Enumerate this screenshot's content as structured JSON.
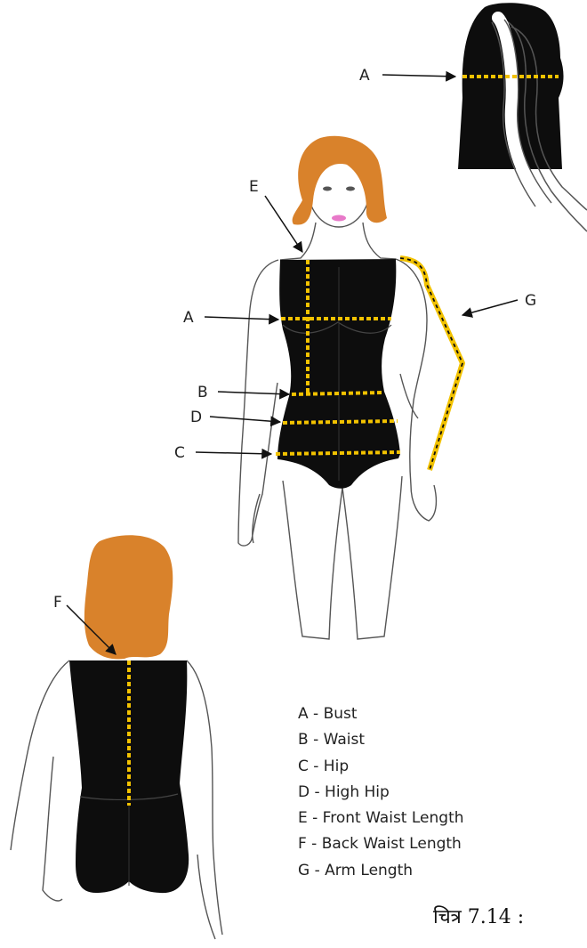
{
  "figure": {
    "callouts": {
      "top_A": "A",
      "E": "E",
      "G": "G",
      "front_A": "A",
      "B": "B",
      "D": "D",
      "C": "C",
      "F": "F"
    },
    "legend": [
      "A - Bust",
      "B - Waist",
      "C - Hip",
      "D - High Hip",
      "E - Front Waist Length",
      "F - Back Waist Length",
      "G - Arm Length"
    ],
    "caption": "चित्र 7.14 : "
  },
  "colors": {
    "garment": "#0d0d0d",
    "tape": "#f2c200",
    "hair": "#d9822b",
    "outline": "#555555",
    "lips": "#e879c9"
  }
}
